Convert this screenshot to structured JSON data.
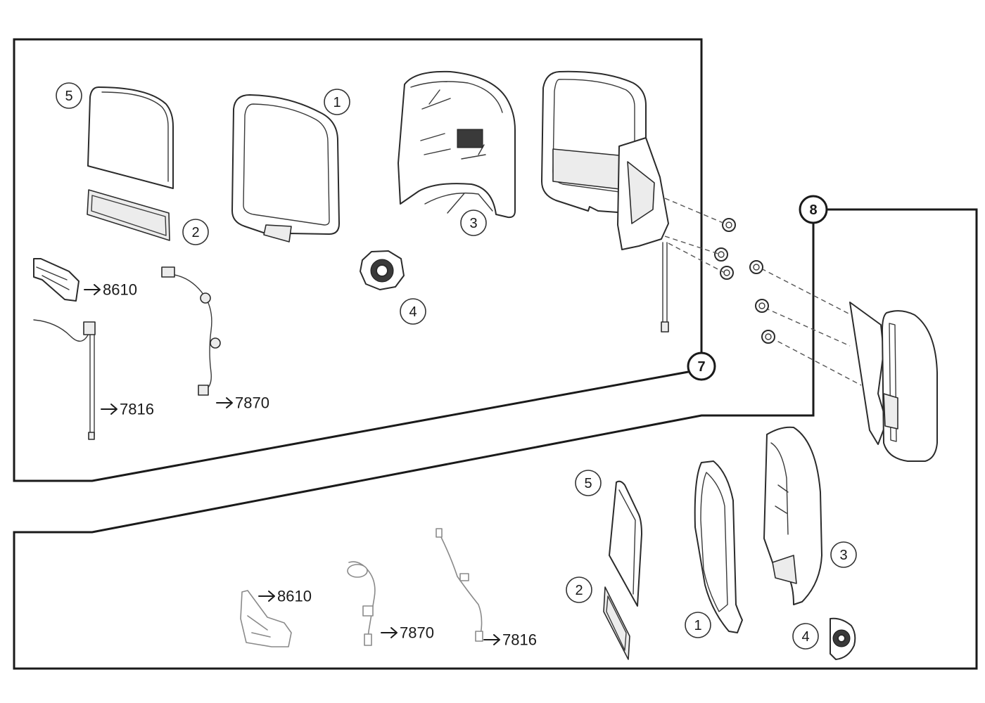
{
  "assemblies": {
    "upper": {
      "label": "7"
    },
    "lower": {
      "label": "8"
    }
  },
  "upper_callouts": {
    "glass": "5",
    "frame": "1",
    "cover": "3",
    "lamp": "2",
    "motor": "4"
  },
  "upper_refs": {
    "bracket": "8610",
    "cable": "7816",
    "harness": "7870"
  },
  "lower_callouts": {
    "glass": "5",
    "lamp": "2",
    "frame": "1",
    "cover": "3",
    "motor": "4"
  },
  "lower_refs": {
    "bracket": "8610",
    "harness": "7870",
    "cable": "7816"
  },
  "colors": {
    "line": "#1a1a1a",
    "background": "#ffffff"
  }
}
